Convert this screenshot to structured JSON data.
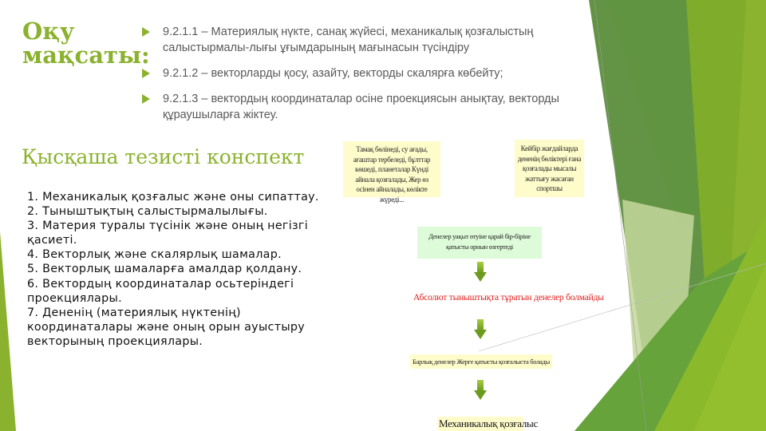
{
  "slide": {
    "title_line1": "Оқу",
    "title_line2": "мақсаты:",
    "objectives": [
      {
        "icon": "triangle-bullet-icon",
        "text": "9.2.1.1 – Материялық нүкте, санақ жүйесі, механикалық қозғалыстың салыстырмалы-лығы ұғымдарының мағынасын түсіндіру"
      },
      {
        "icon": "triangle-bullet-icon",
        "text": "9.2.1.2 – векторларды қосу, азайту, векторды скалярға көбейту;"
      },
      {
        "icon": "triangle-bullet-icon",
        "text": "9.2.1.3 – вектордың координаталар осіне проекциясын анықтау, векторды құраушыларға жіктеу."
      }
    ],
    "subtitle": "Қысқаша тезисті конспект",
    "outline": [
      "1. Механикалық қозғалыс және оны сипаттау.",
      "2. Тыныштықтың салыстырмалылығы.",
      "3. Материя туралы түсінік және оның негізгі қасиеті.",
      "4. Векторлық және скалярлық шамалар.",
      "5. Векторлық шамаларға амалдар қолдану.",
      "6. Вектордың координаталар осьтеріндегі проекциялары.",
      "7. Дененің (материялық нүктенің) координаталары және оның орын ауыстыру векторының проекциялары."
    ],
    "flowchart": {
      "box_top_left": "Тамақ бөлінеді, су ағады, ағаштар тербеледі, бұлттар көшеді, планеталар Күнді айнала қозғалады, Жер өз осінен айналады, көлікте жүреді...",
      "box_top_right": "Кейбір жағдайларда дененің бөліктері ғана қозғалады мысалы жаттығу жасаған спортшы",
      "box_middle": "Денелер уақыт өтуіне қарай бір-біріне қатысты орнын өзгертеді",
      "red_statement": "Абсолют тыныштықта тұратын денелер болмайды",
      "box_lower": "Барлық денелер Жерге қатысты қозғалыста болады",
      "box_bottom": "Механикалық қозғалыс",
      "arrow_icon": "down-arrow-icon"
    },
    "colors": {
      "accent": "#8bb22e",
      "body_text": "#595959",
      "yellow_box": "#fffccb",
      "green_box": "#ddfbd8",
      "red_text": "#e0201e"
    }
  }
}
